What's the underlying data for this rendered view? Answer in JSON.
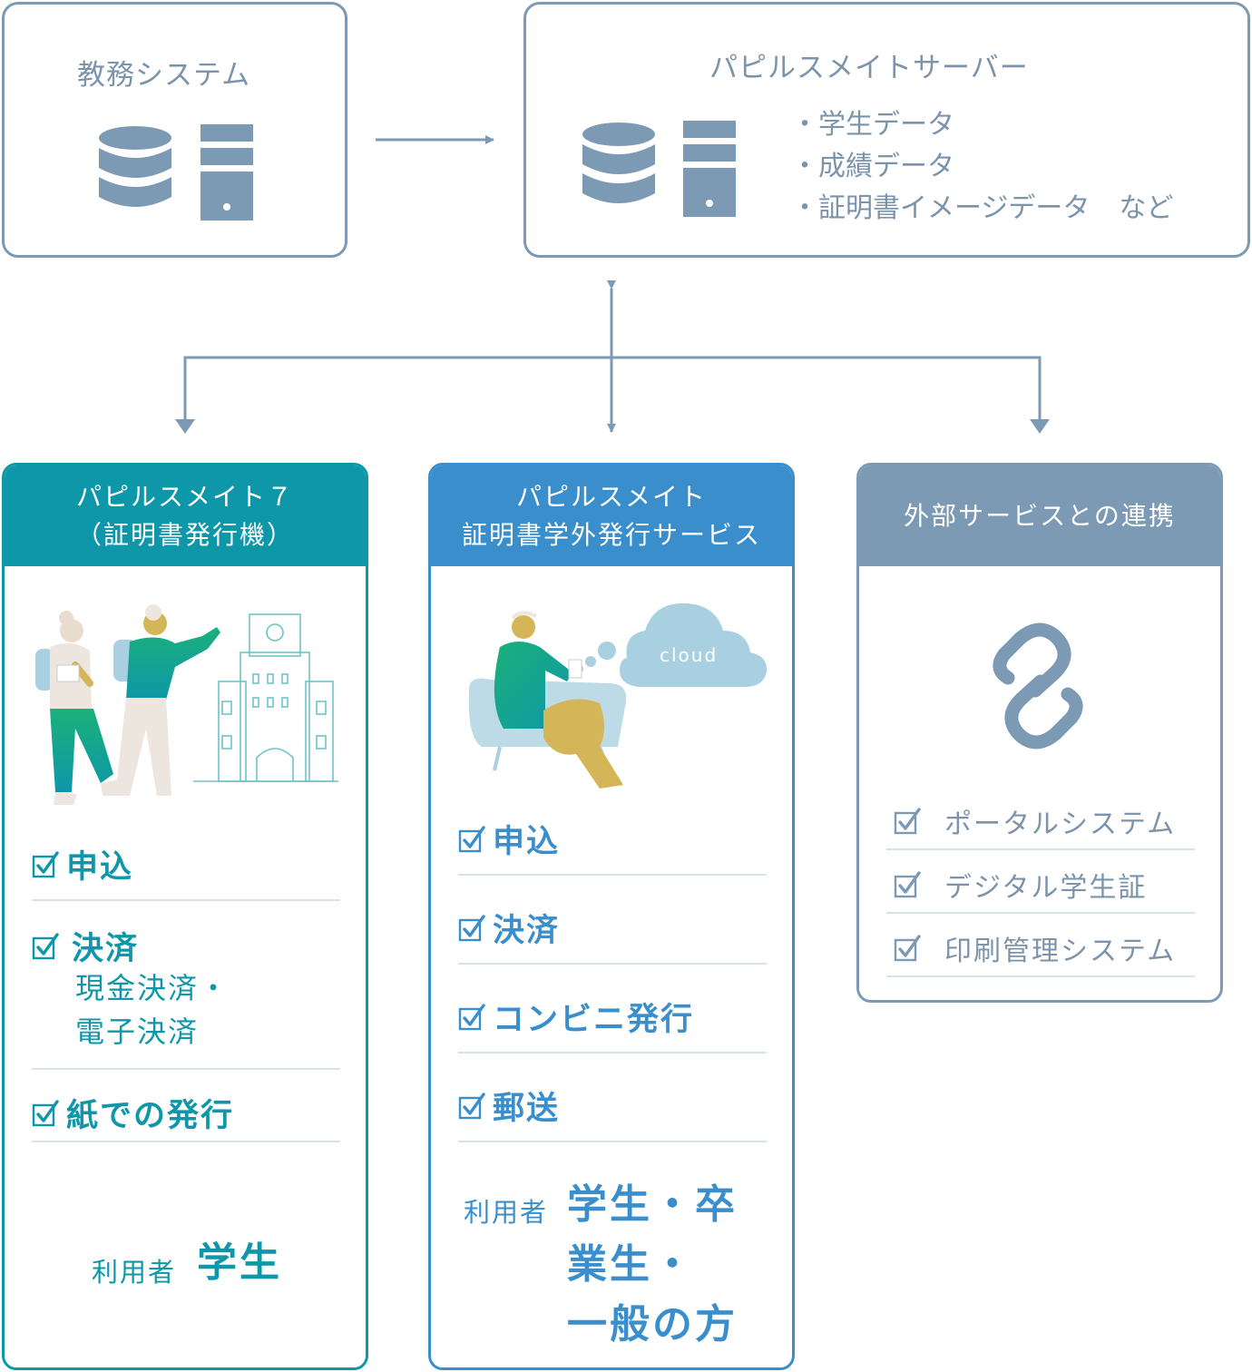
{
  "kyomu": {
    "title": "教務システム"
  },
  "server": {
    "title": "パピルスメイトサーバー",
    "bullets": [
      "・学生データ",
      "・成績データ",
      "・証明書イメージデータ"
    ],
    "bullet_suffix": "など"
  },
  "card1": {
    "title_line1": "パピルスメイト７",
    "title_line2": "（証明書発行機）",
    "items": [
      "申込",
      "決済",
      "紙での発行"
    ],
    "payment_detail_line1": "現金決済・",
    "payment_detail_line2": "電子決済",
    "user_label": "利用者",
    "user_value": "学生"
  },
  "card2": {
    "title_line1": "パピルスメイト",
    "title_line2": "証明書学外発行サービス",
    "cloud_text": "cloud",
    "items": [
      "申込",
      "決済",
      "コンビニ発行",
      "郵送"
    ],
    "user_label": "利用者",
    "user_value_line1": "学生・卒",
    "user_value_line2": "業生・",
    "user_value_line3": "一般の方"
  },
  "card3": {
    "title": "外部サービスとの連携",
    "items": [
      "ポータルシステム",
      "デジタル学生証",
      "印刷管理システム"
    ]
  },
  "colors": {
    "teal": "#0e97a8",
    "blue": "#3a8ecb",
    "slate": "#7d9ab5",
    "green": "#1aa97e",
    "mustard": "#d4b557",
    "light_blue": "#a9d0e1"
  },
  "icons": [
    "database-icon",
    "server-icon",
    "arrow-right-icon",
    "double-arrow-icon",
    "checkbox-icon",
    "link-chain-icon",
    "cloud-icon"
  ]
}
